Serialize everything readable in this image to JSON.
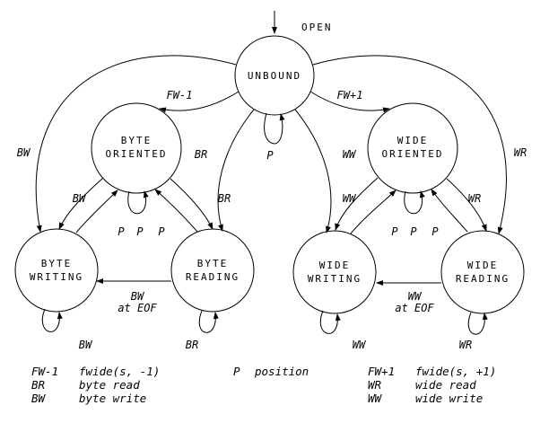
{
  "diagram": {
    "open_label": "OPEN",
    "states": {
      "unbound": {
        "l1": "UNBOUND"
      },
      "byte_oriented": {
        "l1": "BYTE",
        "l2": "ORIENTED"
      },
      "wide_oriented": {
        "l1": "WIDE",
        "l2": "ORIENTED"
      },
      "byte_writing": {
        "l1": "BYTE",
        "l2": "WRITING"
      },
      "byte_reading": {
        "l1": "BYTE",
        "l2": "READING"
      },
      "wide_writing": {
        "l1": "WIDE",
        "l2": "WRITING"
      },
      "wide_reading": {
        "l1": "WIDE",
        "l2": "READING"
      }
    },
    "edge_labels": {
      "fw_minus": "FW-1",
      "fw_plus": "FW+1",
      "p_unbound": "P",
      "bw_outer": "BW",
      "wr_outer": "WR",
      "br_from_unbound": "BR",
      "ww_from_unbound": "WW",
      "bw_inner": "BW",
      "br_inner": "BR",
      "ww_inner": "WW",
      "wr_inner": "WR",
      "p_byte_left": "P",
      "p_byte_mid": "P",
      "p_byte_right": "P",
      "p_wide_left": "P",
      "p_wide_mid": "P",
      "p_wide_right": "P",
      "bw_eof_l1": "BW",
      "bw_eof_l2": "at EOF",
      "ww_eof_l1": "WW",
      "ww_eof_l2": "at EOF",
      "bw_self": "BW",
      "br_self": "BR",
      "ww_self": "WW",
      "wr_self": "WR"
    },
    "legend": {
      "col1": [
        {
          "key": "FW-1",
          "desc": "fwide(s, -1)"
        },
        {
          "key": "BR",
          "desc": "byte read"
        },
        {
          "key": "BW",
          "desc": "byte write"
        }
      ],
      "col2": [
        {
          "key": "P",
          "desc": "position"
        }
      ],
      "col3": [
        {
          "key": "FW+1",
          "desc": "fwide(s, +1)"
        },
        {
          "key": "WR",
          "desc": "wide read"
        },
        {
          "key": "WW",
          "desc": "wide write"
        }
      ]
    }
  }
}
